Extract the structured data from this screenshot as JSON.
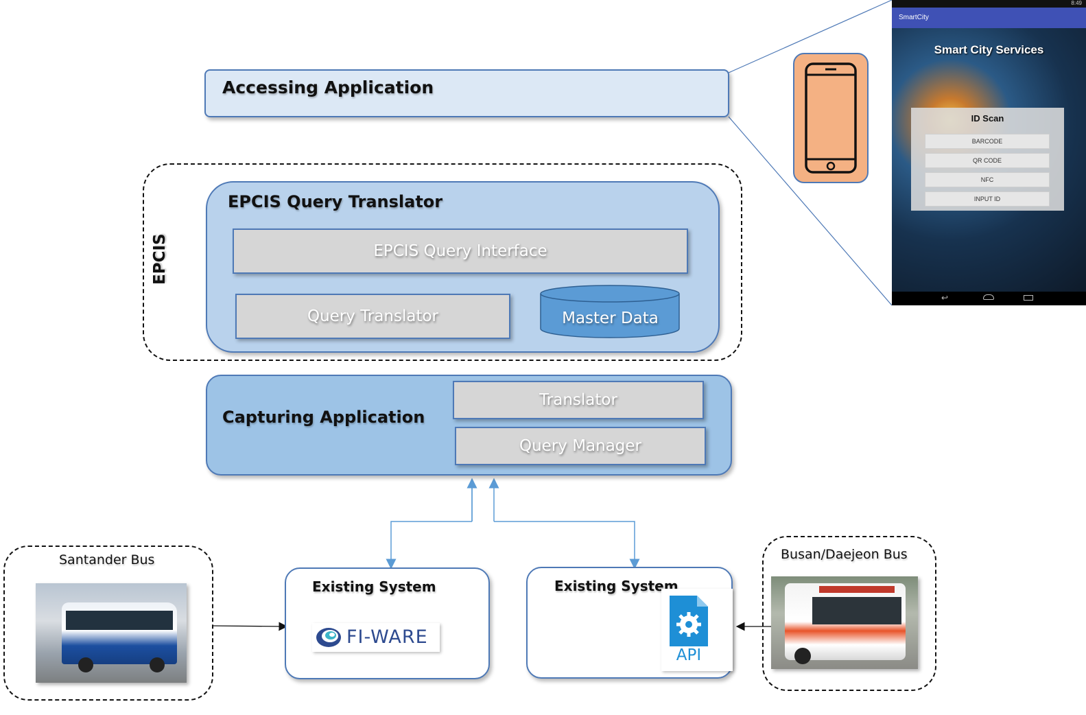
{
  "accessing": {
    "title": "Accessing Application"
  },
  "epcis": {
    "label": "EPCIS",
    "translator_title": "EPCIS Query Translator",
    "query_interface": "EPCIS Query Interface",
    "query_translator": "Query Translator",
    "master_data": "Master Data"
  },
  "capturing": {
    "title": "Capturing Application",
    "translator": "Translator",
    "query_manager": "Query Manager"
  },
  "existing_left": {
    "title": "Existing System",
    "logo_text": "FI-WARE"
  },
  "existing_right": {
    "title": "Existing System",
    "api_text": "API"
  },
  "santander": {
    "label": "Santander Bus"
  },
  "busan": {
    "label": "Busan/Daejeon Bus"
  },
  "phone_app": {
    "app_name": "SmartCity",
    "heading": "Smart City Services",
    "panel_title": "ID Scan",
    "buttons": [
      "BARCODE",
      "QR CODE",
      "NFC",
      "INPUT ID"
    ],
    "status_time": "8:49"
  },
  "colors": {
    "box_border": "#4e79b6",
    "light_blue": "#dce8f5",
    "mid_blue": "#b9d2ec",
    "capture_blue": "#9dc3e6",
    "phone_icon": "#f4b183",
    "master_data": "#5b9bd5",
    "connector": "#5b9bd5"
  }
}
